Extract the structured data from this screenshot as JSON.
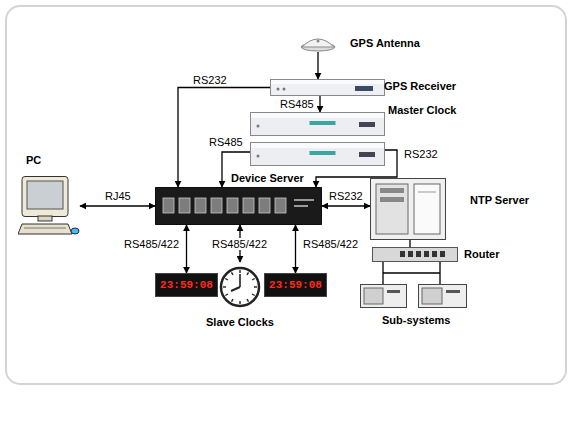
{
  "diagram": {
    "nodes": [
      {
        "text": [
          "GPS Antenna"
        ]
      },
      {
        "text": [
          "GPS Receiver"
        ]
      },
      {
        "text": [
          "Master Clock"
        ]
      },
      {
        "text": [
          "Device Server"
        ]
      },
      {
        "text": [
          "PC"
        ]
      },
      {
        "text": [
          "NTP Server"
        ]
      },
      {
        "text": [
          "Router"
        ]
      },
      {
        "text": [
          "Sub-systems"
        ]
      },
      {
        "text": [
          "Slave Clocks"
        ]
      },
      {
        "text": [
          "23:59:08"
        ],
        "in": 8
      },
      {
        "text": [
          "23:59:08"
        ],
        "in": 8
      }
    ],
    "edges": [
      {
        "from": 0,
        "to": 1,
        "arrow": "to"
      },
      {
        "from": 1,
        "to": 2,
        "label": "RS485",
        "arrow": "to"
      },
      {
        "from": 1,
        "to": 3,
        "label": "RS232",
        "arrow": "to"
      },
      {
        "from": 2,
        "to": 3,
        "label": "RS485",
        "arrow": "to"
      },
      {
        "from": 2,
        "to": 3,
        "label": "RS232",
        "arrow": "to"
      },
      {
        "from": 4,
        "to": 3,
        "label": "RJ45",
        "arrow": "both"
      },
      {
        "from": 3,
        "to": 5,
        "label": "RS232",
        "arrow": "both"
      },
      {
        "from": 5,
        "to": 6,
        "arrow": "none"
      },
      {
        "from": 6,
        "to": 7,
        "arrow": "none"
      },
      {
        "from": 3,
        "to": 9,
        "label": "RS485/422",
        "arrow": "both"
      },
      {
        "from": 3,
        "to": 8,
        "label": "RS485/422",
        "arrow": "both"
      },
      {
        "from": 3,
        "to": 10,
        "label": "RS485/422",
        "arrow": "both"
      }
    ]
  }
}
